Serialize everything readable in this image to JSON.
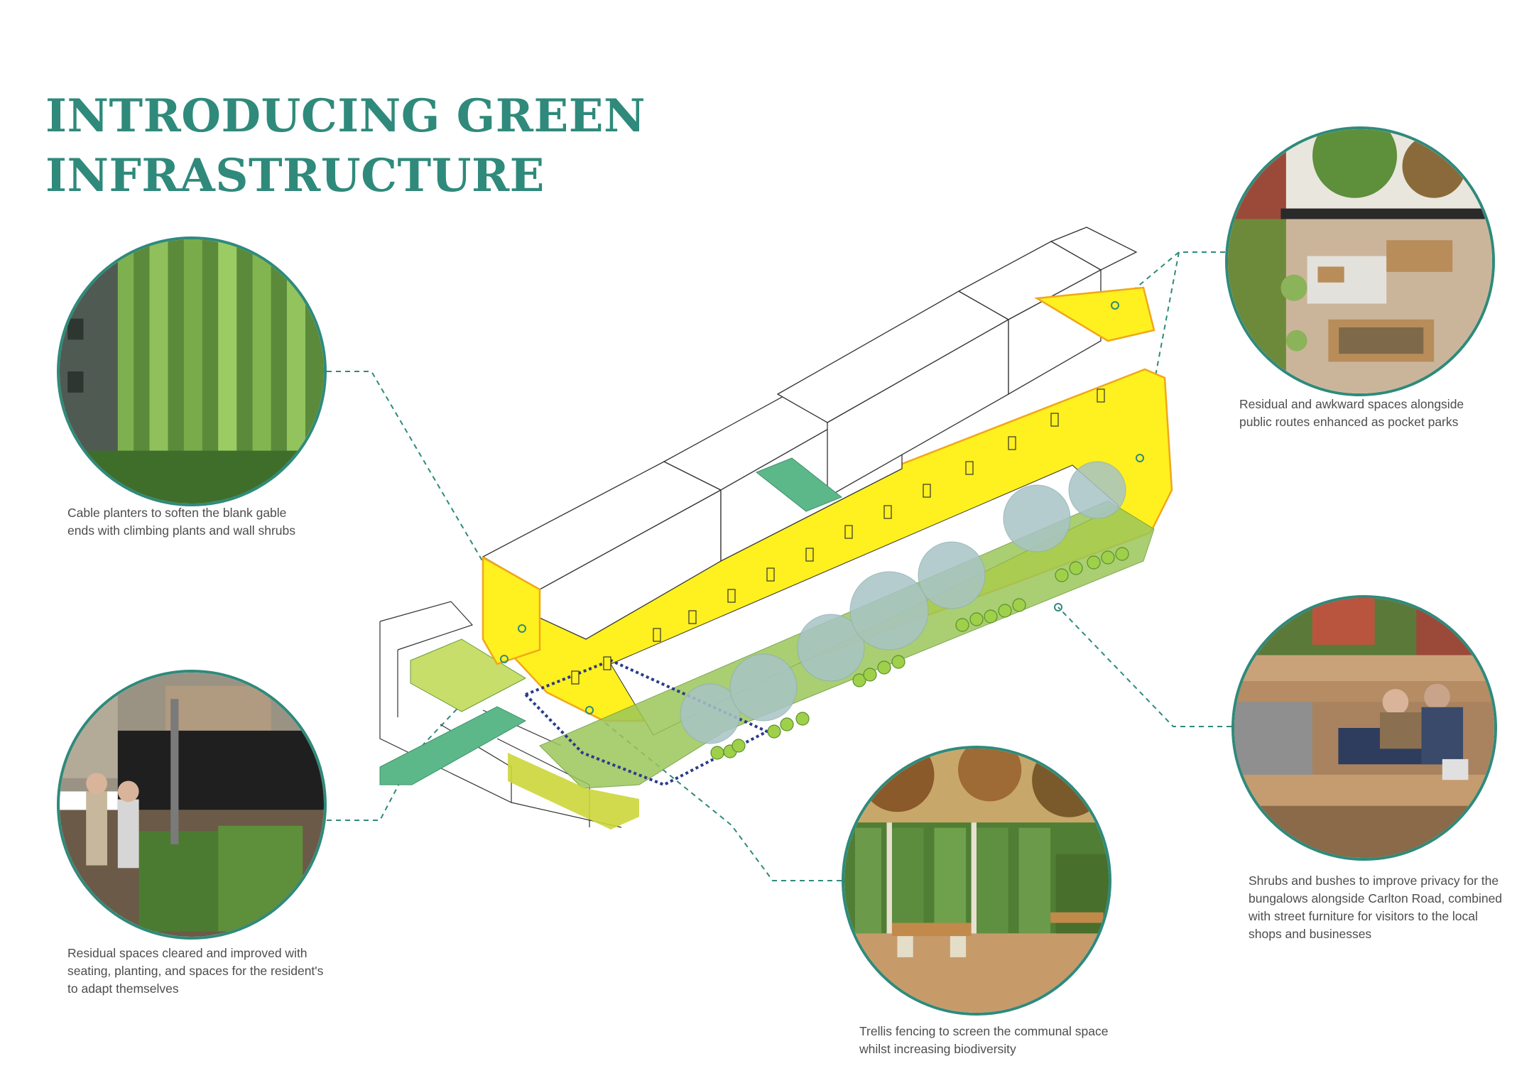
{
  "title": {
    "line1": "INTRODUCING GREEN",
    "line2": "INFRASTRUCTURE"
  },
  "captions": {
    "cable_planters": "Cable planters to soften the blank gable ends with climbing plants and wall shrubs",
    "residual_spaces": "Residual spaces cleared and improved with seating, planting, and spaces for the resident's to adapt themselves",
    "pocket_parks": "Residual and awkward spaces alongside public routes enhanced as pocket parks",
    "shrubs_bushes": "Shrubs and bushes to improve privacy for the bungalows alongside Carlton Road, combined with street furniture for visitors to the local shops and businesses",
    "trellis_fencing": "Trellis fencing to screen the communal space whilst increasing biodiversity"
  },
  "colors": {
    "accent_teal": "#2f8a7b",
    "highlight_yellow": "#fff01f",
    "planting_green": "#9cc65a",
    "path_green": "#5cb889",
    "tree_grey_blue": "#a8c4c6"
  }
}
